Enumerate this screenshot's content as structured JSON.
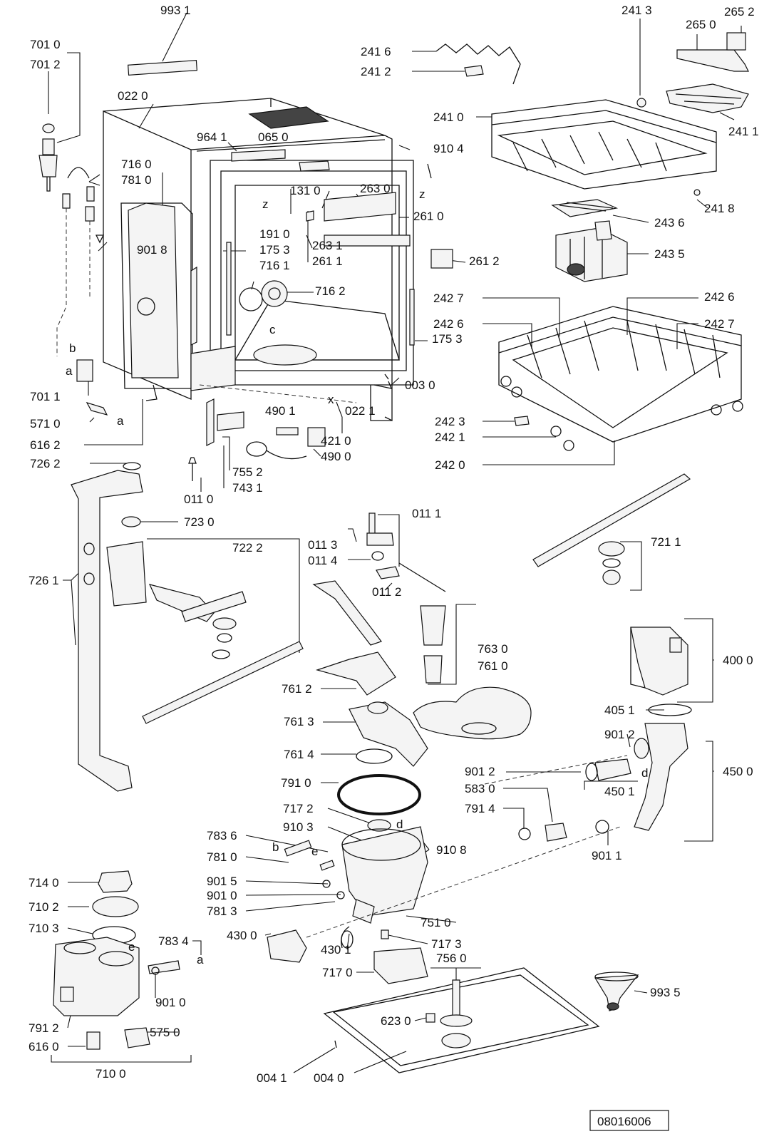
{
  "labels": [
    {
      "id": "l9931",
      "text": "993 1"
    },
    {
      "id": "l7010",
      "text": "701 0"
    },
    {
      "id": "l7012",
      "text": "701 2"
    },
    {
      "id": "l0220",
      "text": "022 0"
    },
    {
      "id": "l9641",
      "text": "964 1"
    },
    {
      "id": "l0650",
      "text": "065 0"
    },
    {
      "id": "l9104",
      "text": "910 4"
    },
    {
      "id": "l7160",
      "text": "716 0"
    },
    {
      "id": "l7810",
      "text": "781 0"
    },
    {
      "id": "l1310",
      "text": "131 0"
    },
    {
      "id": "l2630",
      "text": "263 0"
    },
    {
      "id": "l2610",
      "text": "261 0"
    },
    {
      "id": "l1910",
      "text": "191 0"
    },
    {
      "id": "l2631",
      "text": "263 1"
    },
    {
      "id": "l9018",
      "text": "901 8"
    },
    {
      "id": "l1753a",
      "text": "175 3"
    },
    {
      "id": "l2611",
      "text": "261 1"
    },
    {
      "id": "l2612",
      "text": "261 2"
    },
    {
      "id": "l7161",
      "text": "716 1"
    },
    {
      "id": "l7162",
      "text": "716 2"
    },
    {
      "id": "l1753b",
      "text": "175 3"
    },
    {
      "id": "l7011",
      "text": "701 1"
    },
    {
      "id": "l0030",
      "text": "003 0"
    },
    {
      "id": "l5710",
      "text": "571 0"
    },
    {
      "id": "l4901",
      "text": "490 1"
    },
    {
      "id": "l0221",
      "text": "022 1"
    },
    {
      "id": "l4210",
      "text": "421 0"
    },
    {
      "id": "l6162",
      "text": "616 2"
    },
    {
      "id": "l4900",
      "text": "490 0"
    },
    {
      "id": "l7262",
      "text": "726 2"
    },
    {
      "id": "l7552",
      "text": "755 2"
    },
    {
      "id": "l7431",
      "text": "743 1"
    },
    {
      "id": "l0110",
      "text": "011 0"
    },
    {
      "id": "l7230",
      "text": "723 0"
    },
    {
      "id": "l7222",
      "text": "722 2"
    },
    {
      "id": "l0111",
      "text": "011 1"
    },
    {
      "id": "l0113",
      "text": "011 3"
    },
    {
      "id": "l0114",
      "text": "011 4"
    },
    {
      "id": "l0112",
      "text": "011 2"
    },
    {
      "id": "l7261",
      "text": "726 1"
    },
    {
      "id": "l7211",
      "text": "721 1"
    },
    {
      "id": "l7630",
      "text": "763 0"
    },
    {
      "id": "l7610",
      "text": "761 0"
    },
    {
      "id": "l7612",
      "text": "761 2"
    },
    {
      "id": "l4000",
      "text": "400 0"
    },
    {
      "id": "l7613",
      "text": "761 3"
    },
    {
      "id": "l4051",
      "text": "405 1"
    },
    {
      "id": "l9012a",
      "text": "901 2"
    },
    {
      "id": "l7614",
      "text": "761 4"
    },
    {
      "id": "l9012b",
      "text": "901 2"
    },
    {
      "id": "l4500",
      "text": "450 0"
    },
    {
      "id": "l5830",
      "text": "583 0"
    },
    {
      "id": "l7910",
      "text": "791 0"
    },
    {
      "id": "l4501",
      "text": "450 1"
    },
    {
      "id": "l7914",
      "text": "791 4"
    },
    {
      "id": "l7172",
      "text": "717 2"
    },
    {
      "id": "l9103",
      "text": "910 3"
    },
    {
      "id": "l9011",
      "text": "901 1"
    },
    {
      "id": "l7836",
      "text": "783 6"
    },
    {
      "id": "l9108",
      "text": "910 8"
    },
    {
      "id": "l7810b",
      "text": "781 0"
    },
    {
      "id": "l7140",
      "text": "714 0"
    },
    {
      "id": "l9015",
      "text": "901 5"
    },
    {
      "id": "l9010",
      "text": "901 0"
    },
    {
      "id": "l7102",
      "text": "710 2"
    },
    {
      "id": "l7813",
      "text": "781 3"
    },
    {
      "id": "l7510",
      "text": "751 0"
    },
    {
      "id": "l7103",
      "text": "710 3"
    },
    {
      "id": "l4300",
      "text": "430 0"
    },
    {
      "id": "l7834",
      "text": "783 4"
    },
    {
      "id": "l7173",
      "text": "717 3"
    },
    {
      "id": "l4301",
      "text": "430 1"
    },
    {
      "id": "l7560",
      "text": "756 0"
    },
    {
      "id": "l7170",
      "text": "717 0"
    },
    {
      "id": "l9010b",
      "text": "901 0"
    },
    {
      "id": "l9935",
      "text": "993 5"
    },
    {
      "id": "l6230",
      "text": "623 0"
    },
    {
      "id": "l7912",
      "text": "791 2"
    },
    {
      "id": "l5750",
      "text": "575 0"
    },
    {
      "id": "l6160",
      "text": "616 0"
    },
    {
      "id": "l7100",
      "text": "710 0"
    },
    {
      "id": "l0041",
      "text": "004 1"
    },
    {
      "id": "l0040",
      "text": "004 0"
    },
    {
      "id": "l2413",
      "text": "241 3"
    },
    {
      "id": "l2652",
      "text": "265 2"
    },
    {
      "id": "l2650",
      "text": "265 0"
    },
    {
      "id": "l2416",
      "text": "241 6"
    },
    {
      "id": "l2412",
      "text": "241 2"
    },
    {
      "id": "l2410",
      "text": "241 0"
    },
    {
      "id": "l2411",
      "text": "241 1"
    },
    {
      "id": "l2418",
      "text": "241 8"
    },
    {
      "id": "l2436",
      "text": "243 6"
    },
    {
      "id": "l2435",
      "text": "243 5"
    },
    {
      "id": "l2427a",
      "text": "242 7"
    },
    {
      "id": "l2426a",
      "text": "242 6"
    },
    {
      "id": "l2426b",
      "text": "242 6"
    },
    {
      "id": "l2427b",
      "text": "242 7"
    },
    {
      "id": "l2423",
      "text": "242 3"
    },
    {
      "id": "l2421",
      "text": "242 1"
    },
    {
      "id": "l2420",
      "text": "242 0"
    }
  ],
  "letters": [
    {
      "id": "ka",
      "text": "a"
    },
    {
      "id": "kb",
      "text": "b"
    },
    {
      "id": "kb2",
      "text": "b"
    },
    {
      "id": "kc",
      "text": "c"
    },
    {
      "id": "kd",
      "text": "d"
    },
    {
      "id": "kd2",
      "text": "d"
    },
    {
      "id": "ke",
      "text": "e"
    },
    {
      "id": "ke2",
      "text": "e"
    },
    {
      "id": "ka2",
      "text": "a"
    },
    {
      "id": "ka3",
      "text": "a"
    },
    {
      "id": "kx",
      "text": "x"
    },
    {
      "id": "kz1",
      "text": "z"
    },
    {
      "id": "kz2",
      "text": "z"
    }
  ],
  "reference_code": "08016006"
}
